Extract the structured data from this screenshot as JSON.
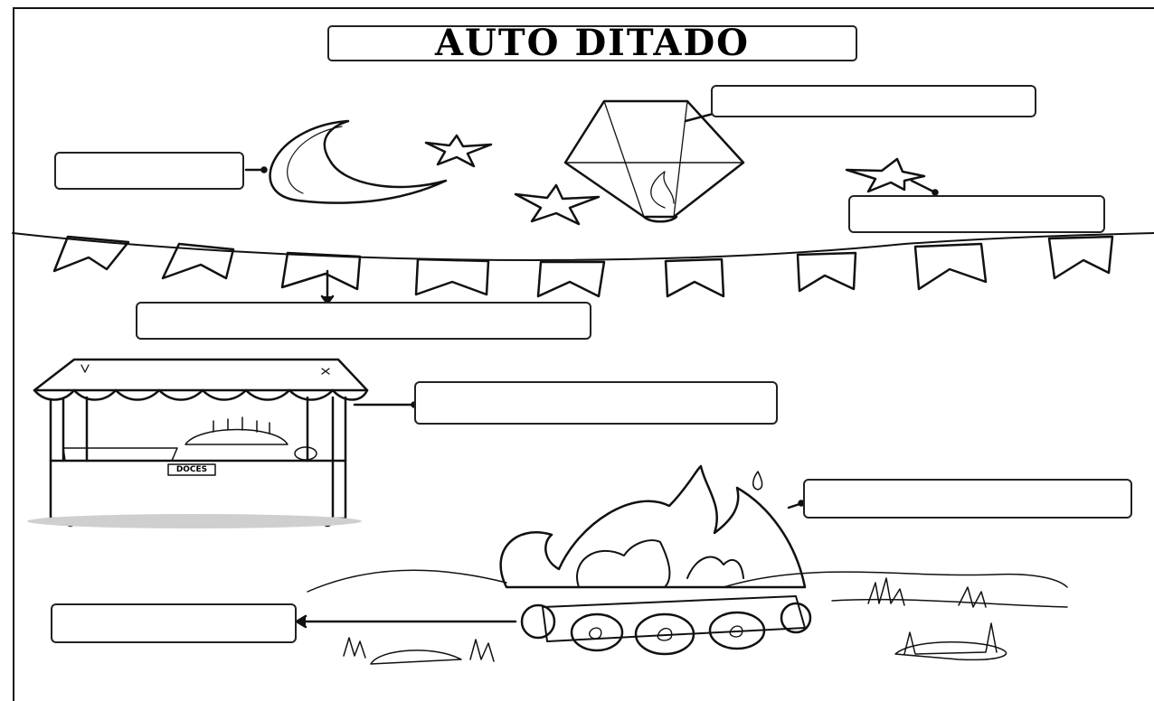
{
  "worksheet": {
    "title": "AUTO DITADO",
    "stall_sign": "DOCES",
    "answer_boxes": [
      {
        "id": "box-balloon",
        "value": ""
      },
      {
        "id": "box-moon",
        "value": ""
      },
      {
        "id": "box-star",
        "value": ""
      },
      {
        "id": "box-bunting",
        "value": ""
      },
      {
        "id": "box-stall",
        "value": ""
      },
      {
        "id": "box-fire",
        "value": ""
      },
      {
        "id": "box-logs",
        "value": ""
      }
    ]
  },
  "colors": {
    "ink": "#111111",
    "paper": "#ffffff",
    "shadow": "#cfcfcf"
  }
}
